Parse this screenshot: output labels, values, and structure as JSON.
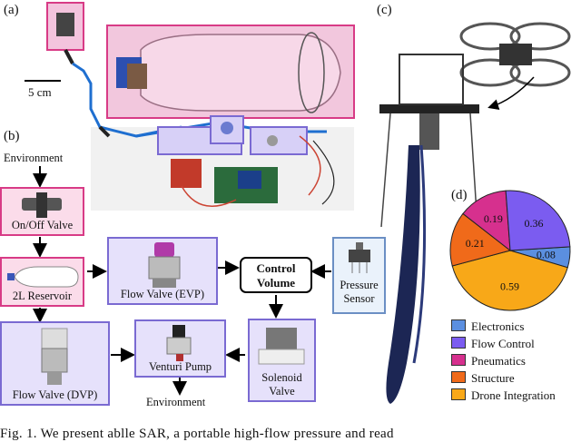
{
  "panels": {
    "a": "(a)",
    "b": "(b)",
    "c": "(c)",
    "d": "(d)"
  },
  "scale_bar": {
    "label": "5 cm"
  },
  "flow": {
    "environment_top": "Environment",
    "on_off_valve": "On/Off Valve",
    "reservoir": "2L Reservoir",
    "flow_valve_evp": "Flow Valve (EVP)",
    "control_volume_line1": "Control",
    "control_volume_line2": "Volume",
    "pressure_sensor_line1": "Pressure",
    "pressure_sensor_line2": "Sensor",
    "flow_valve_dvp": "Flow Valve (DVP)",
    "venturi_pump": "Venturi Pump",
    "environment_bottom": "Environment",
    "solenoid_line1": "Solenoid",
    "solenoid_line2": "Valve"
  },
  "chart_data": {
    "type": "pie",
    "slices": [
      {
        "name": "Electronics",
        "value": 0.08,
        "label": "0.08",
        "color": "#5b8fe0"
      },
      {
        "name": "Flow Control",
        "value": 0.36,
        "label": "0.36",
        "color": "#7b5cf0"
      },
      {
        "name": "Pneumatics",
        "value": 0.19,
        "label": "0.19",
        "color": "#d6308e"
      },
      {
        "name": "Structure",
        "value": 0.21,
        "label": "0.21",
        "color": "#f06a1a"
      },
      {
        "name": "Drone Integration",
        "value": 0.59,
        "label": "0.59",
        "color": "#f8a818"
      }
    ],
    "legend_position": "bottom"
  },
  "caption_fragment": "Fig. 1. We present ablle SAR, a portable high-flow pressure and read"
}
